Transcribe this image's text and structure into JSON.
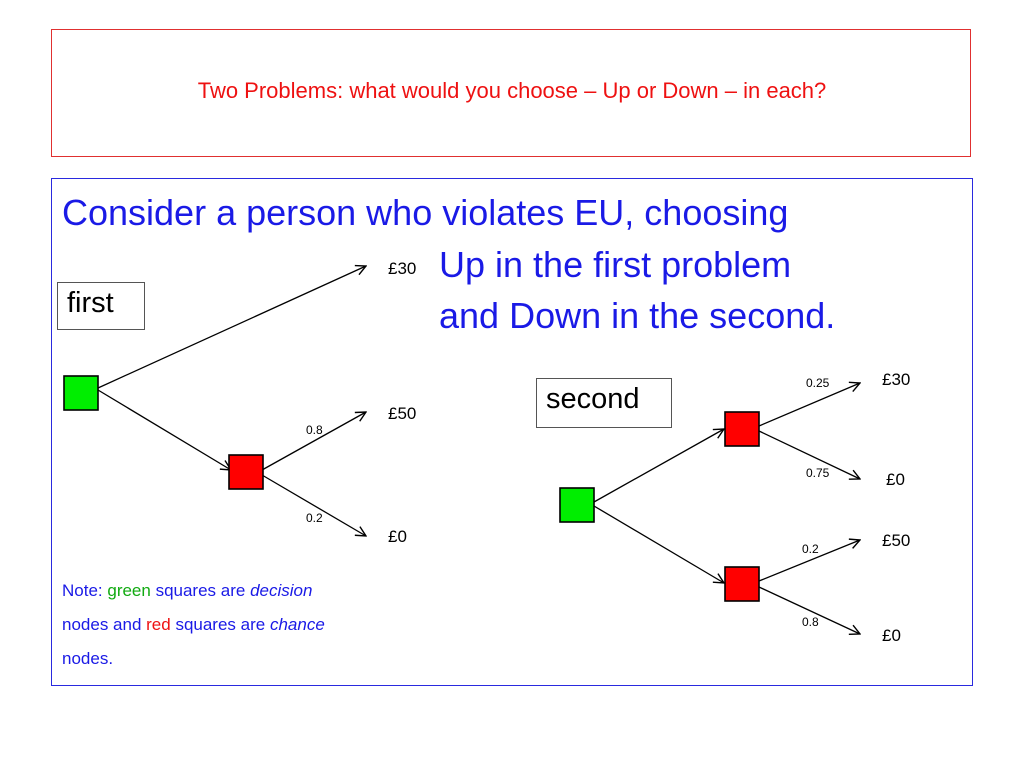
{
  "title": "Two Problems: what would you choose – Up or Down – in each?",
  "heading": {
    "line1": "Consider a person who violates EU, choosing",
    "line2": "Up in the first problem",
    "line3": "and Down in the second."
  },
  "first_tree": {
    "label": "first",
    "payoff_up": "£30",
    "payoff_chance_high": "£50",
    "payoff_chance_low": "£0",
    "prob_high": "0.8",
    "prob_low": "0.2"
  },
  "second_tree": {
    "label": "second",
    "up_payoff_high": "£30",
    "up_payoff_low": "£0",
    "up_prob_high": "0.25",
    "up_prob_low": "0.75",
    "down_payoff_high": "£50",
    "down_payoff_low": "£0",
    "down_prob_high": "0.2",
    "down_prob_low": "0.8"
  },
  "note": {
    "prefix": "Note: ",
    "green_word": "green",
    "part2": " squares are ",
    "decision_word": "decision",
    "part3": " nodes and ",
    "red_word": "red",
    "part4": " squares are ",
    "chance_word": "chance",
    "part5": " nodes."
  },
  "colors": {
    "decision_node": "#00ee00",
    "chance_node": "#ff0000",
    "title_text": "#ee1111",
    "body_text": "#1a1ae6"
  }
}
